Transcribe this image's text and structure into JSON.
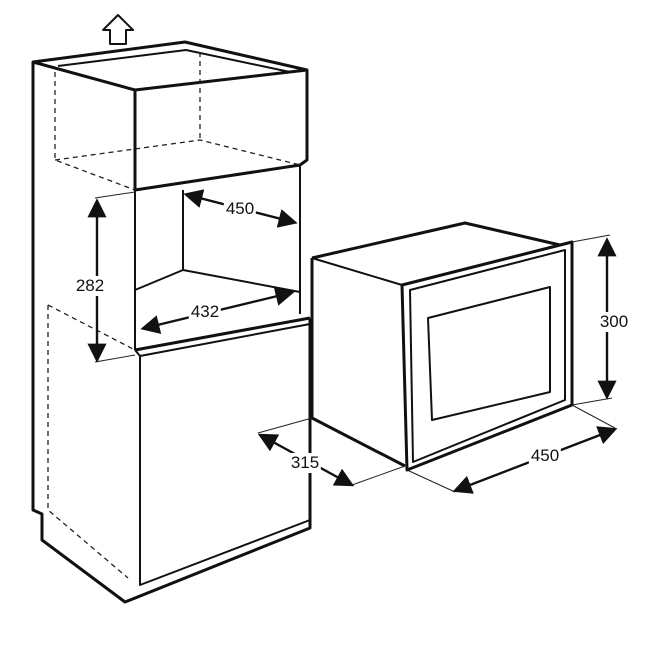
{
  "dimensions": {
    "niche_depth": "450",
    "niche_height": "282",
    "niche_width": "432",
    "appliance_height": "300",
    "appliance_width": "450",
    "appliance_depth": "315"
  },
  "icons": {
    "top": "up-arrow-ventilation-icon"
  },
  "colors": {
    "line": "#111111",
    "background": "#ffffff"
  }
}
